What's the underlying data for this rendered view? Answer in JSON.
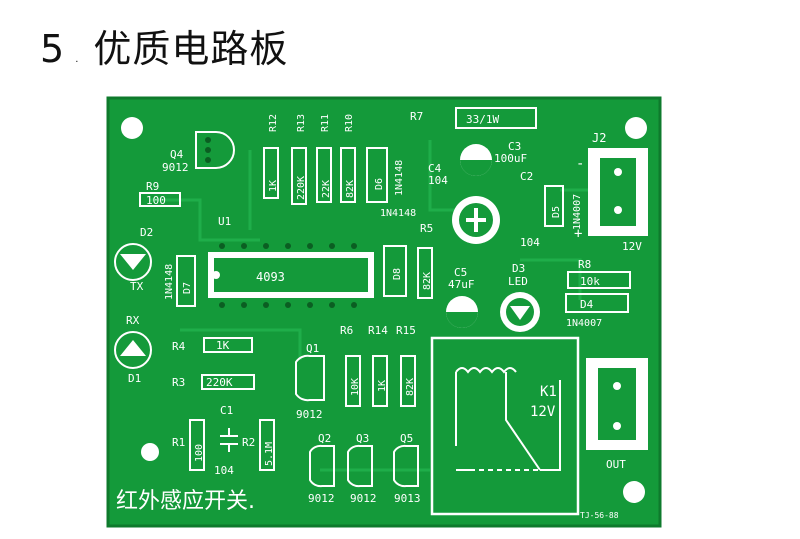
{
  "heading": {
    "number": "5",
    "dot": ".",
    "title": "优质电路板"
  },
  "colors": {
    "board": "#149a3a",
    "board_dark": "#0e7a2c",
    "trace": "#1fae4a",
    "silk": "#ffffff",
    "pad": "#0b5e22"
  },
  "board": {
    "ic_label": "4093",
    "bottom_text": "红外感应开关.",
    "board_code": "TJ-56-88",
    "labels": {
      "q4": "Q4",
      "q4_part": "9012",
      "r9": "R9",
      "r9_val": "100",
      "r12": "R12",
      "r13": "R13",
      "r11": "R11",
      "r10": "R10",
      "r12_val": "1K",
      "r13_val": "220K",
      "r11_val": "22K",
      "r10_val": "82K",
      "d6": "D6",
      "d6_part": "1N4148",
      "r7": "R7",
      "r7_val": "33/1W",
      "c3": "C3",
      "c3_val": "100uF",
      "c4": "C4",
      "c4_val": "104",
      "c2": "C2",
      "c2_val": "104",
      "d5": "D5",
      "d5_part": "1N4007",
      "j2": "J2",
      "j2_volt": "12V",
      "minus": "-",
      "plus": "+",
      "u1": "U1",
      "d2": "D2",
      "tx": "TX",
      "d7": "D7",
      "d7_part": "1N4148",
      "d8": "D8",
      "r5": "R5",
      "d9_part": "1N4148",
      "c5": "C5",
      "c5_val": "47uF",
      "d3": "D3",
      "led": "LED",
      "r8": "R8",
      "r8_val": "10k",
      "d4": "D4",
      "d4_part": "1N4007",
      "rx": "RX",
      "d1": "D1",
      "r4": "R4",
      "r4_val": "1K",
      "r3": "R3",
      "r3_val": "220K",
      "q1": "Q1",
      "q1_part": "9012",
      "r6": "R6",
      "r14": "R14",
      "r15": "R15",
      "r6_val": "10K",
      "r14_val": "1K",
      "r15_val": "82K",
      "k1": "K1",
      "k1_volt": "12V",
      "c1": "C1",
      "c1_val": "104",
      "r1": "R1",
      "r1_val": "100",
      "r2": "R2",
      "r2_val": "5.1M",
      "q2": "Q2",
      "q3": "Q3",
      "q5": "Q5",
      "q2_part": "9012",
      "q3_part": "9012",
      "q5_part": "9013",
      "out": "OUT"
    }
  }
}
